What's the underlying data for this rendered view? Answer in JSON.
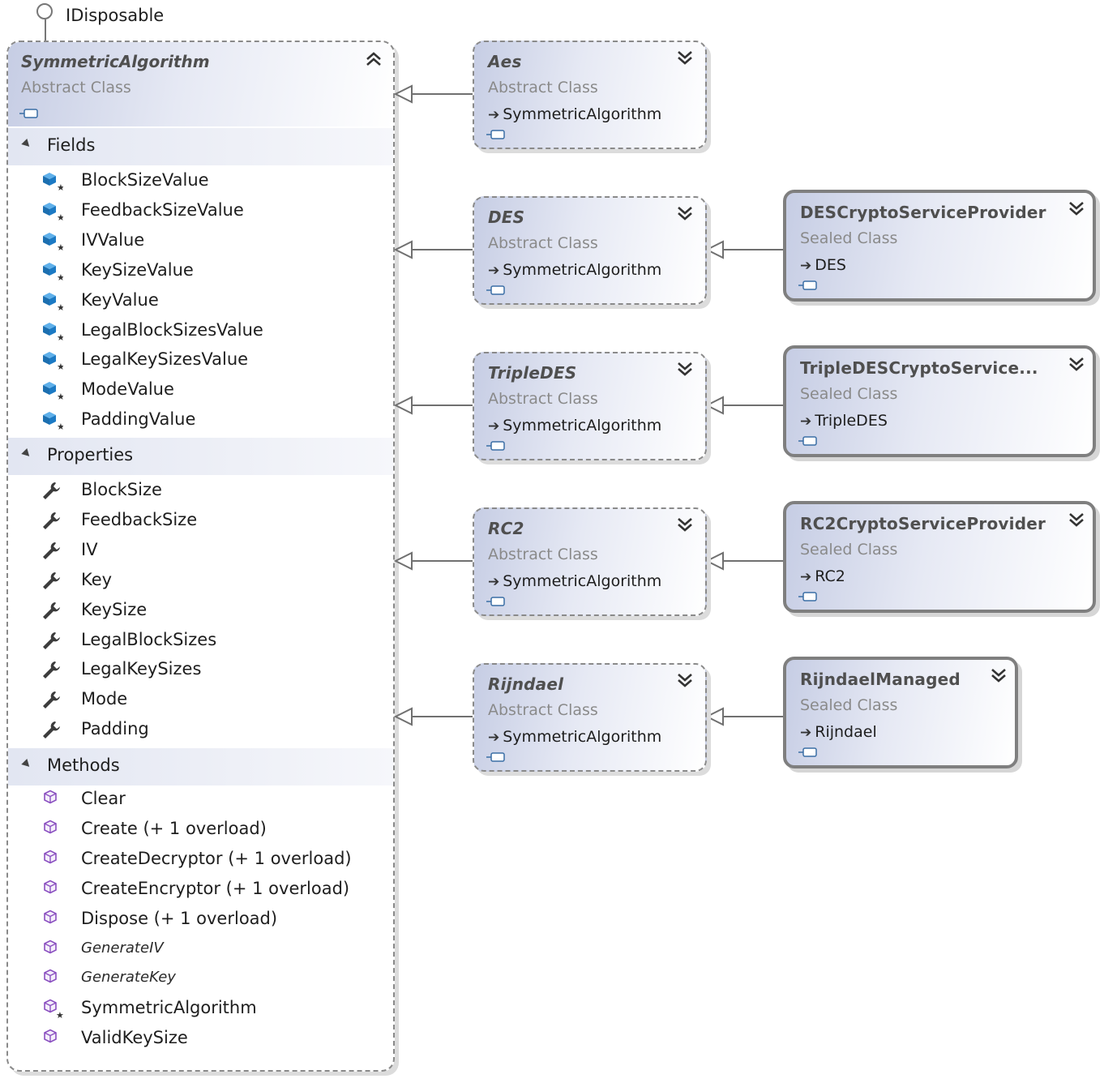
{
  "interface": {
    "name": "IDisposable"
  },
  "main_class": {
    "name": "SymmetricAlgorithm",
    "kind": "Abstract Class",
    "sections": [
      {
        "label": "Fields",
        "icon": "field-icon",
        "items": [
          {
            "label": "BlockSizeValue"
          },
          {
            "label": "FeedbackSizeValue"
          },
          {
            "label": "IVValue"
          },
          {
            "label": "KeySizeValue"
          },
          {
            "label": "KeyValue"
          },
          {
            "label": "LegalBlockSizesValue"
          },
          {
            "label": "LegalKeySizesValue"
          },
          {
            "label": "ModeValue"
          },
          {
            "label": "PaddingValue"
          }
        ]
      },
      {
        "label": "Properties",
        "icon": "wrench-icon",
        "items": [
          {
            "label": "BlockSize"
          },
          {
            "label": "FeedbackSize"
          },
          {
            "label": "IV"
          },
          {
            "label": "Key"
          },
          {
            "label": "KeySize"
          },
          {
            "label": "LegalBlockSizes"
          },
          {
            "label": "LegalKeySizes"
          },
          {
            "label": "Mode"
          },
          {
            "label": "Padding"
          }
        ]
      },
      {
        "label": "Methods",
        "icon": "method-cube-icon",
        "items": [
          {
            "label": "Clear"
          },
          {
            "label": "Create (+ 1 overload)"
          },
          {
            "label": "CreateDecryptor (+ 1 overload)"
          },
          {
            "label": "CreateEncryptor (+ 1 overload)"
          },
          {
            "label": "Dispose (+ 1 overload)"
          },
          {
            "label": "GenerateIV",
            "italic": true
          },
          {
            "label": "GenerateKey",
            "italic": true
          },
          {
            "label": "SymmetricAlgorithm",
            "star": true
          },
          {
            "label": "ValidKeySize"
          }
        ]
      }
    ]
  },
  "abstract_classes": [
    {
      "name": "Aes",
      "kind": "Abstract Class",
      "base": "SymmetricAlgorithm"
    },
    {
      "name": "DES",
      "kind": "Abstract Class",
      "base": "SymmetricAlgorithm"
    },
    {
      "name": "TripleDES",
      "kind": "Abstract Class",
      "base": "SymmetricAlgorithm"
    },
    {
      "name": "RC2",
      "kind": "Abstract Class",
      "base": "SymmetricAlgorithm"
    },
    {
      "name": "Rijndael",
      "kind": "Abstract Class",
      "base": "SymmetricAlgorithm"
    }
  ],
  "sealed_classes": [
    {
      "name": "DESCryptoServiceProvider",
      "kind": "Sealed Class",
      "base": "DES"
    },
    {
      "name": "TripleDESCryptoService...",
      "kind": "Sealed Class",
      "base": "TripleDES"
    },
    {
      "name": "RC2CryptoServiceProvider",
      "kind": "Sealed Class",
      "base": "RC2"
    },
    {
      "name": "RijndaelManaged",
      "kind": "Sealed Class",
      "base": "Rijndael"
    }
  ],
  "colors": {
    "header_gradient_start": "#c6cde4",
    "field_icon_blue": "#1c7ac4",
    "method_icon_purple": "#8a4fc0",
    "border_gray": "#8a8a8a"
  }
}
